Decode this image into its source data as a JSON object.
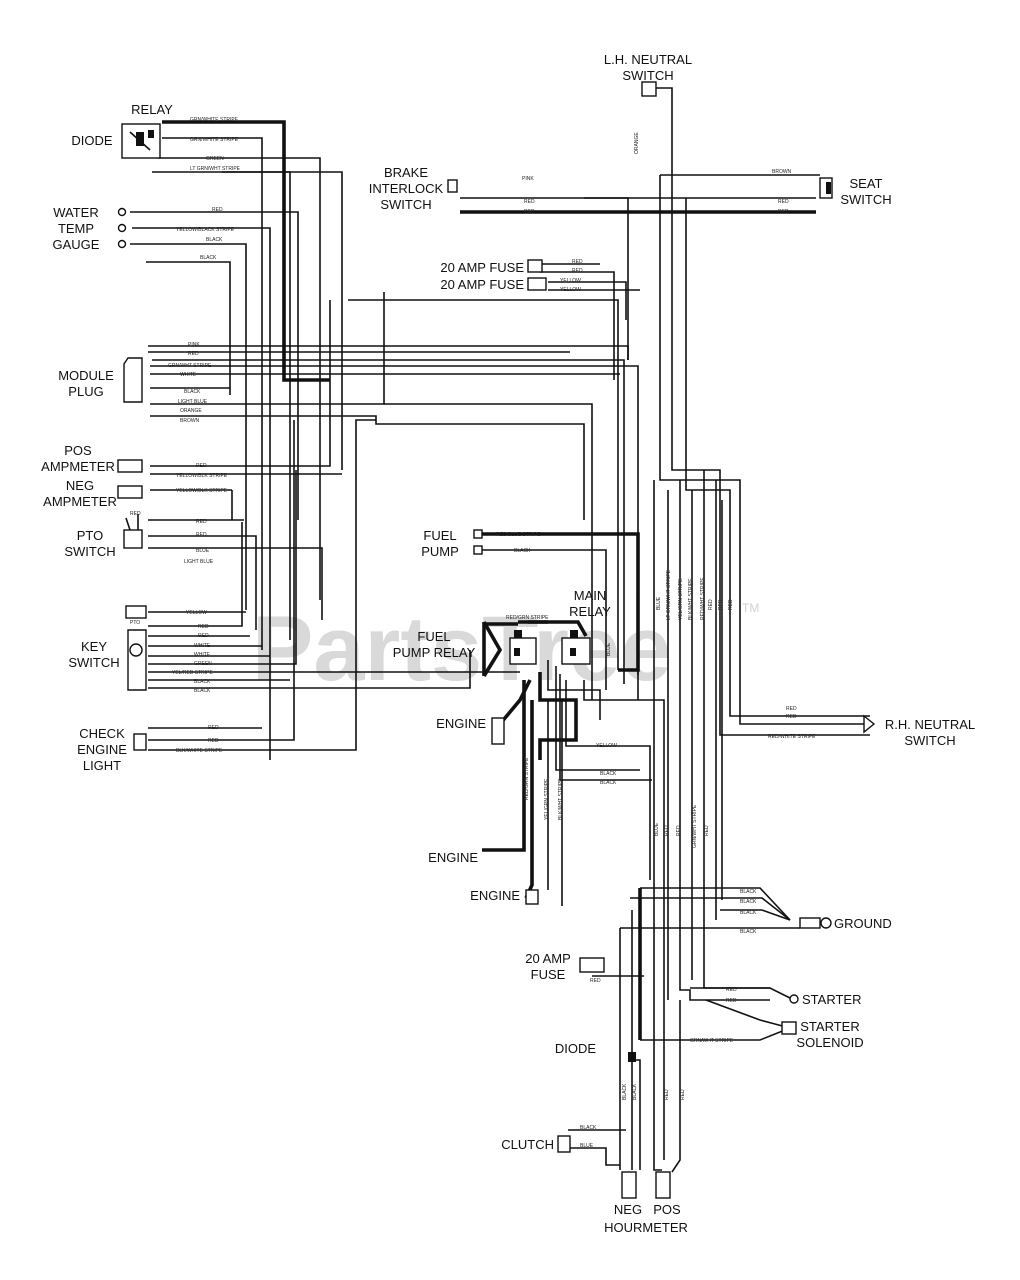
{
  "watermark": {
    "text": "PartsTree",
    "tm": "TM"
  },
  "components": {
    "lh_neutral_switch": [
      "L.H. NEUTRAL",
      "SWITCH"
    ],
    "relay": "RELAY",
    "diode_top": "DIODE",
    "water_temp_gauge": [
      "WATER",
      "TEMP",
      "GAUGE"
    ],
    "brake_interlock_switch": [
      "BRAKE",
      "INTERLOCK",
      "SWITCH"
    ],
    "seat_switch": [
      "SEAT",
      "SWITCH"
    ],
    "fuse_a": "20 AMP FUSE",
    "fuse_b": "20 AMP FUSE",
    "module_plug": [
      "MODULE",
      "PLUG"
    ],
    "pos_ampmeter": [
      "POS",
      "AMPMETER"
    ],
    "neg_ampmeter": [
      "NEG",
      "AMPMETER"
    ],
    "pto_switch": [
      "PTO",
      "SWITCH"
    ],
    "fuel_pump": [
      "FUEL",
      "PUMP"
    ],
    "main_relay": [
      "MAIN",
      "RELAY"
    ],
    "fuel_pump_relay": [
      "FUEL",
      "PUMP RELAY"
    ],
    "key_switch": [
      "KEY",
      "SWITCH"
    ],
    "engine_1": "ENGINE",
    "rh_neutral_switch": [
      "R.H. NEUTRAL",
      "SWITCH"
    ],
    "check_engine_light": [
      "CHECK",
      "ENGINE",
      "LIGHT"
    ],
    "engine_2": "ENGINE",
    "engine_3": "ENGINE",
    "ground": "GROUND",
    "fuse_20_amp": [
      "20 AMP",
      "FUSE"
    ],
    "starter": "STARTER",
    "starter_solenoid": [
      "STARTER",
      "SOLENOID"
    ],
    "diode_bottom": "DIODE",
    "clutch": "CLUTCH",
    "hourmeter": {
      "neg": "NEG",
      "pos": "POS",
      "label": "HOURMETER"
    }
  },
  "wire_labels": {
    "relay_a": "GRN/WHITE STRIPE",
    "relay_b": "GRN/WHITE STRIPE",
    "relay_c": "GREEN",
    "relay_d": "LT GRN/WHT STRIPE",
    "wt_red": "RED",
    "wt_stripe": "YELLOW/BLACK STRIPE",
    "wt_black": "BLACK",
    "wt_black2": "BLACK",
    "brake_red1": "RED",
    "brake_red2": "RED",
    "brake_pink": "PINK",
    "lh_orange": "ORANGE",
    "seat_brown": "BROWN",
    "seat_red1": "RED",
    "seat_red2": "RED",
    "fuse_red1": "RED",
    "fuse_red2": "RED",
    "fuse_yel1": "YELLOW",
    "fuse_yel2": "YELLOW",
    "mod_pink": "PINK",
    "mod_red": "RED",
    "mod_grn": "GRN/WHT STRIPE",
    "mod_white": "WHITE",
    "mod_black": "BLACK",
    "mod_ltblue": "LIGHT BLUE",
    "mod_orange": "ORANGE",
    "mod_brown": "BROWN",
    "pos_red": "RED",
    "pos_yel": "YELLOW/BLK STRIPE",
    "neg_yel": "YELLOW/BLK STRIPE",
    "pto_red1": "RED",
    "pto_red2": "RED",
    "pto_blue": "BLUE",
    "pto_ltblue": "LIGHT BLUE",
    "pto_red3": "RED",
    "fp_redblue": "RED/BLUE STRIPE",
    "fp_black": "BLACK",
    "ks_yellow": "YELLOW",
    "ks_red1": "RED",
    "ks_red2": "RED",
    "ks_white1": "WHITE",
    "ks_white2": "WHITE",
    "ks_green": "GREEN",
    "ks_yelred": "YEL/RED STRIPE",
    "ks_black1": "BLACK",
    "ks_black2": "BLACK",
    "ks_pto": "PTO",
    "ce_red1": "RED",
    "ce_red2": "RED",
    "ce_stripe": "BLK/WHITE STRIPE",
    "mr_redgrn": "RED/GRN STRIPE",
    "mr_blue": "BLUE",
    "rh_red1": "RED",
    "rh_red2": "RED",
    "rh_stripe": "RED/WHITE STRIPE",
    "e_yellow": "YELLOW",
    "e_black1": "BLACK",
    "e_black2": "BLACK",
    "v_redgrn": "RED/GRN STRIPE",
    "v_yelgrn": "YEL/GRN STRIPE",
    "v_blkwht": "BLK/WHT STRIPE",
    "v_blue": "BLUE",
    "v_red1": "RED",
    "v_red2": "RED",
    "v_grnwht": "GRN/WHT STRIPE",
    "v_red3": "RED",
    "h_blue": "BLUE",
    "h_ltgrn": "LT GRN/WHT STRIPE",
    "h_yelgrn": "YEL/GRN STRIPE",
    "h_blkwht": "BLK/WHT STRIPE",
    "h_redwht": "RED/WHT STRIPE",
    "h_red1": "RED",
    "h_red2": "RED",
    "h_red3": "RED",
    "g_black1": "BLACK",
    "g_black2": "BLACK",
    "g_black3": "BLACK",
    "g_black4": "BLACK",
    "f_red": "RED",
    "s_red1": "RED",
    "s_red2": "RED",
    "ss_stripe": "GRN/WHT STRIPE",
    "d_black1": "BLACK",
    "d_black2": "BLACK",
    "d_red1": "RED",
    "d_red2": "RED",
    "c_black": "BLACK",
    "c_blue": "BLUE"
  }
}
